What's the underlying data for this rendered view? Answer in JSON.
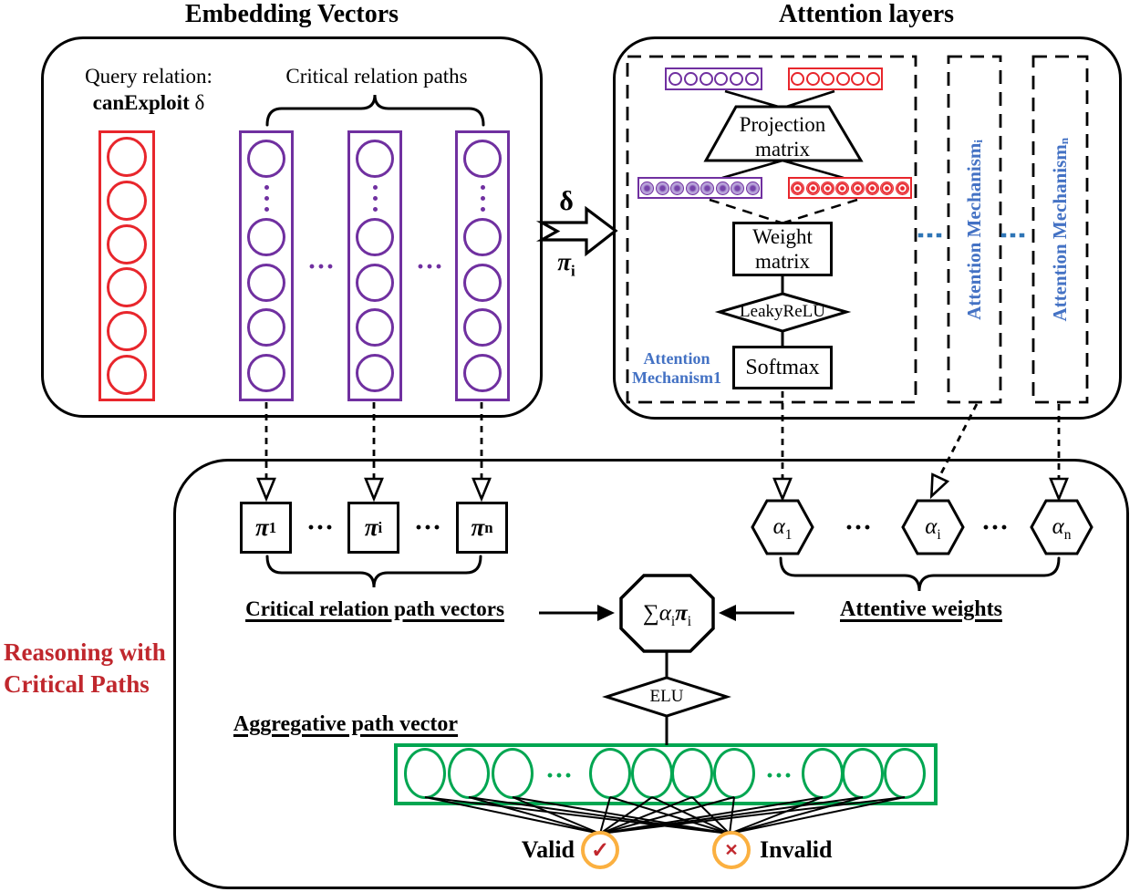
{
  "titles": {
    "embedding": "Embedding Vectors",
    "attention": "Attention layers"
  },
  "dots": "···",
  "embedding": {
    "query_relation_label": "Query relation:",
    "query_relation_name": "canExploit",
    "query_relation_symbol": "δ",
    "critical_paths_label": "Critical relation paths"
  },
  "transfer": {
    "delta": "δ",
    "pi": "π",
    "pi_sub": "i"
  },
  "attention": {
    "projection": {
      "line1": "Projection",
      "line2": "matrix"
    },
    "weight": {
      "line1": "Weight",
      "line2": "matrix"
    },
    "leakyrelu": "LeakyReLU",
    "softmax": "Softmax",
    "mechanism1": {
      "line1": "Attention",
      "line2": "Mechanism1"
    },
    "mechanism_i": {
      "label": "Attention Mechanism",
      "sub": "i"
    },
    "mechanism_n": {
      "label": "Attention Mechanism",
      "sub": "n"
    }
  },
  "reasoning": {
    "side_label": {
      "line1": "Reasoning with",
      "line2": "Critical Paths"
    },
    "pi_nodes": [
      {
        "symbol": "π",
        "sub": "1"
      },
      {
        "symbol": "π",
        "sub": "i"
      },
      {
        "symbol": "π",
        "sub": "n"
      }
    ],
    "alpha_nodes": [
      {
        "symbol": "α",
        "sub": "1"
      },
      {
        "symbol": "α",
        "sub": "i"
      },
      {
        "symbol": "α",
        "sub": "n"
      }
    ],
    "critical_vectors_label": "Critical relation path vectors",
    "attentive_weights_label": "Attentive weights",
    "aggregation": {
      "sum": "∑",
      "alpha": "α",
      "alpha_sub": "i",
      "pi": "π",
      "pi_sub": "i"
    },
    "elu": "ELU",
    "aggregative_label": "Aggregative path vector",
    "valid": {
      "label": "Valid",
      "mark": "✓"
    },
    "invalid": {
      "label": "Invalid",
      "mark": "✕"
    }
  },
  "colors": {
    "vector_red": "#E8262C",
    "vector_purple": "#7030A0",
    "vector_green": "#00A651",
    "attention_blue": "#4472C4",
    "dots_blue": "#2E75B6",
    "side_label_red": "#C0272D",
    "badge_orange": "#FBB040",
    "mark_red": "#C1272D"
  }
}
